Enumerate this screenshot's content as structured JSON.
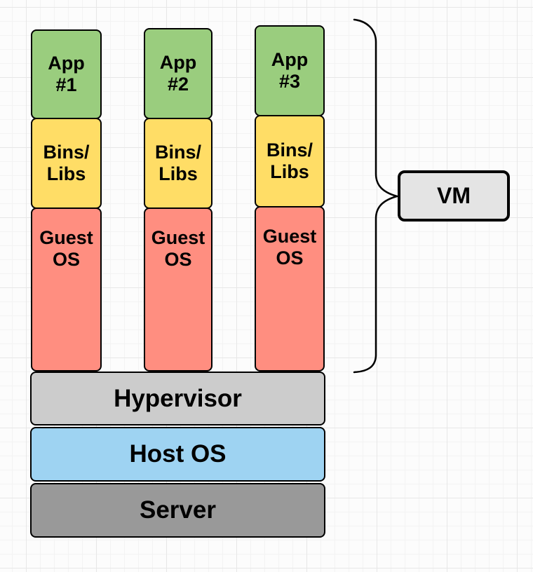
{
  "stacks": [
    {
      "app": {
        "line1": "App",
        "line2": "#1"
      },
      "bins": {
        "line1": "Bins/",
        "line2": "Libs"
      },
      "guest_os": {
        "line1": "Guest",
        "line2": "OS"
      }
    },
    {
      "app": {
        "line1": "App",
        "line2": "#2"
      },
      "bins": {
        "line1": "Bins/",
        "line2": "Libs"
      },
      "guest_os": {
        "line1": "Guest",
        "line2": "OS"
      }
    },
    {
      "app": {
        "line1": "App",
        "line2": "#3"
      },
      "bins": {
        "line1": "Bins/",
        "line2": "Libs"
      },
      "guest_os": {
        "line1": "Guest",
        "line2": "OS"
      }
    }
  ],
  "platform_layers": [
    {
      "label": "Hypervisor",
      "fill": "#cccccc"
    },
    {
      "label": "Host OS",
      "fill": "#9ed3f2"
    },
    {
      "label": "Server",
      "fill": "#999999"
    }
  ],
  "vm_callout": {
    "label": "VM",
    "fill": "#e4e4e4"
  },
  "colors": {
    "app_fill": "#9acd7e",
    "bins_fill": "#ffdd66",
    "guest_os_fill": "#ff8e80",
    "outline": "#000000"
  }
}
